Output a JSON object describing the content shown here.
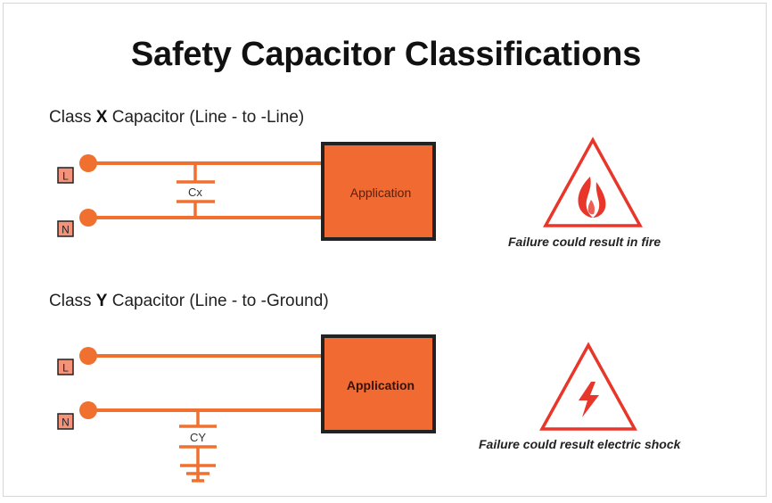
{
  "title": "Safety Capacitor Classifications",
  "colors": {
    "wire": "#f07030",
    "box_fill": "#f06a32",
    "box_border": "#222222",
    "terminal_fill": "#f4937a",
    "warning_red": "#e8362a"
  },
  "class_x": {
    "label_prefix": "Class ",
    "label_class": "X",
    "label_suffix": " Capacitor (Line - to -Line)",
    "terminal_l": "L",
    "terminal_n": "N",
    "capacitor_label": "Cx",
    "application_label": "Application",
    "warning_icon": "fire-icon",
    "warning_caption": "Failure could result in fire"
  },
  "class_y": {
    "label_prefix": "Class ",
    "label_class": "Y",
    "label_suffix": " Capacitor (Line - to -Ground)",
    "terminal_l": "L",
    "terminal_n": "N",
    "capacitor_label": "CY",
    "application_label": "Application",
    "warning_icon": "lightning-icon",
    "warning_caption": "Failure could result electric shock"
  }
}
